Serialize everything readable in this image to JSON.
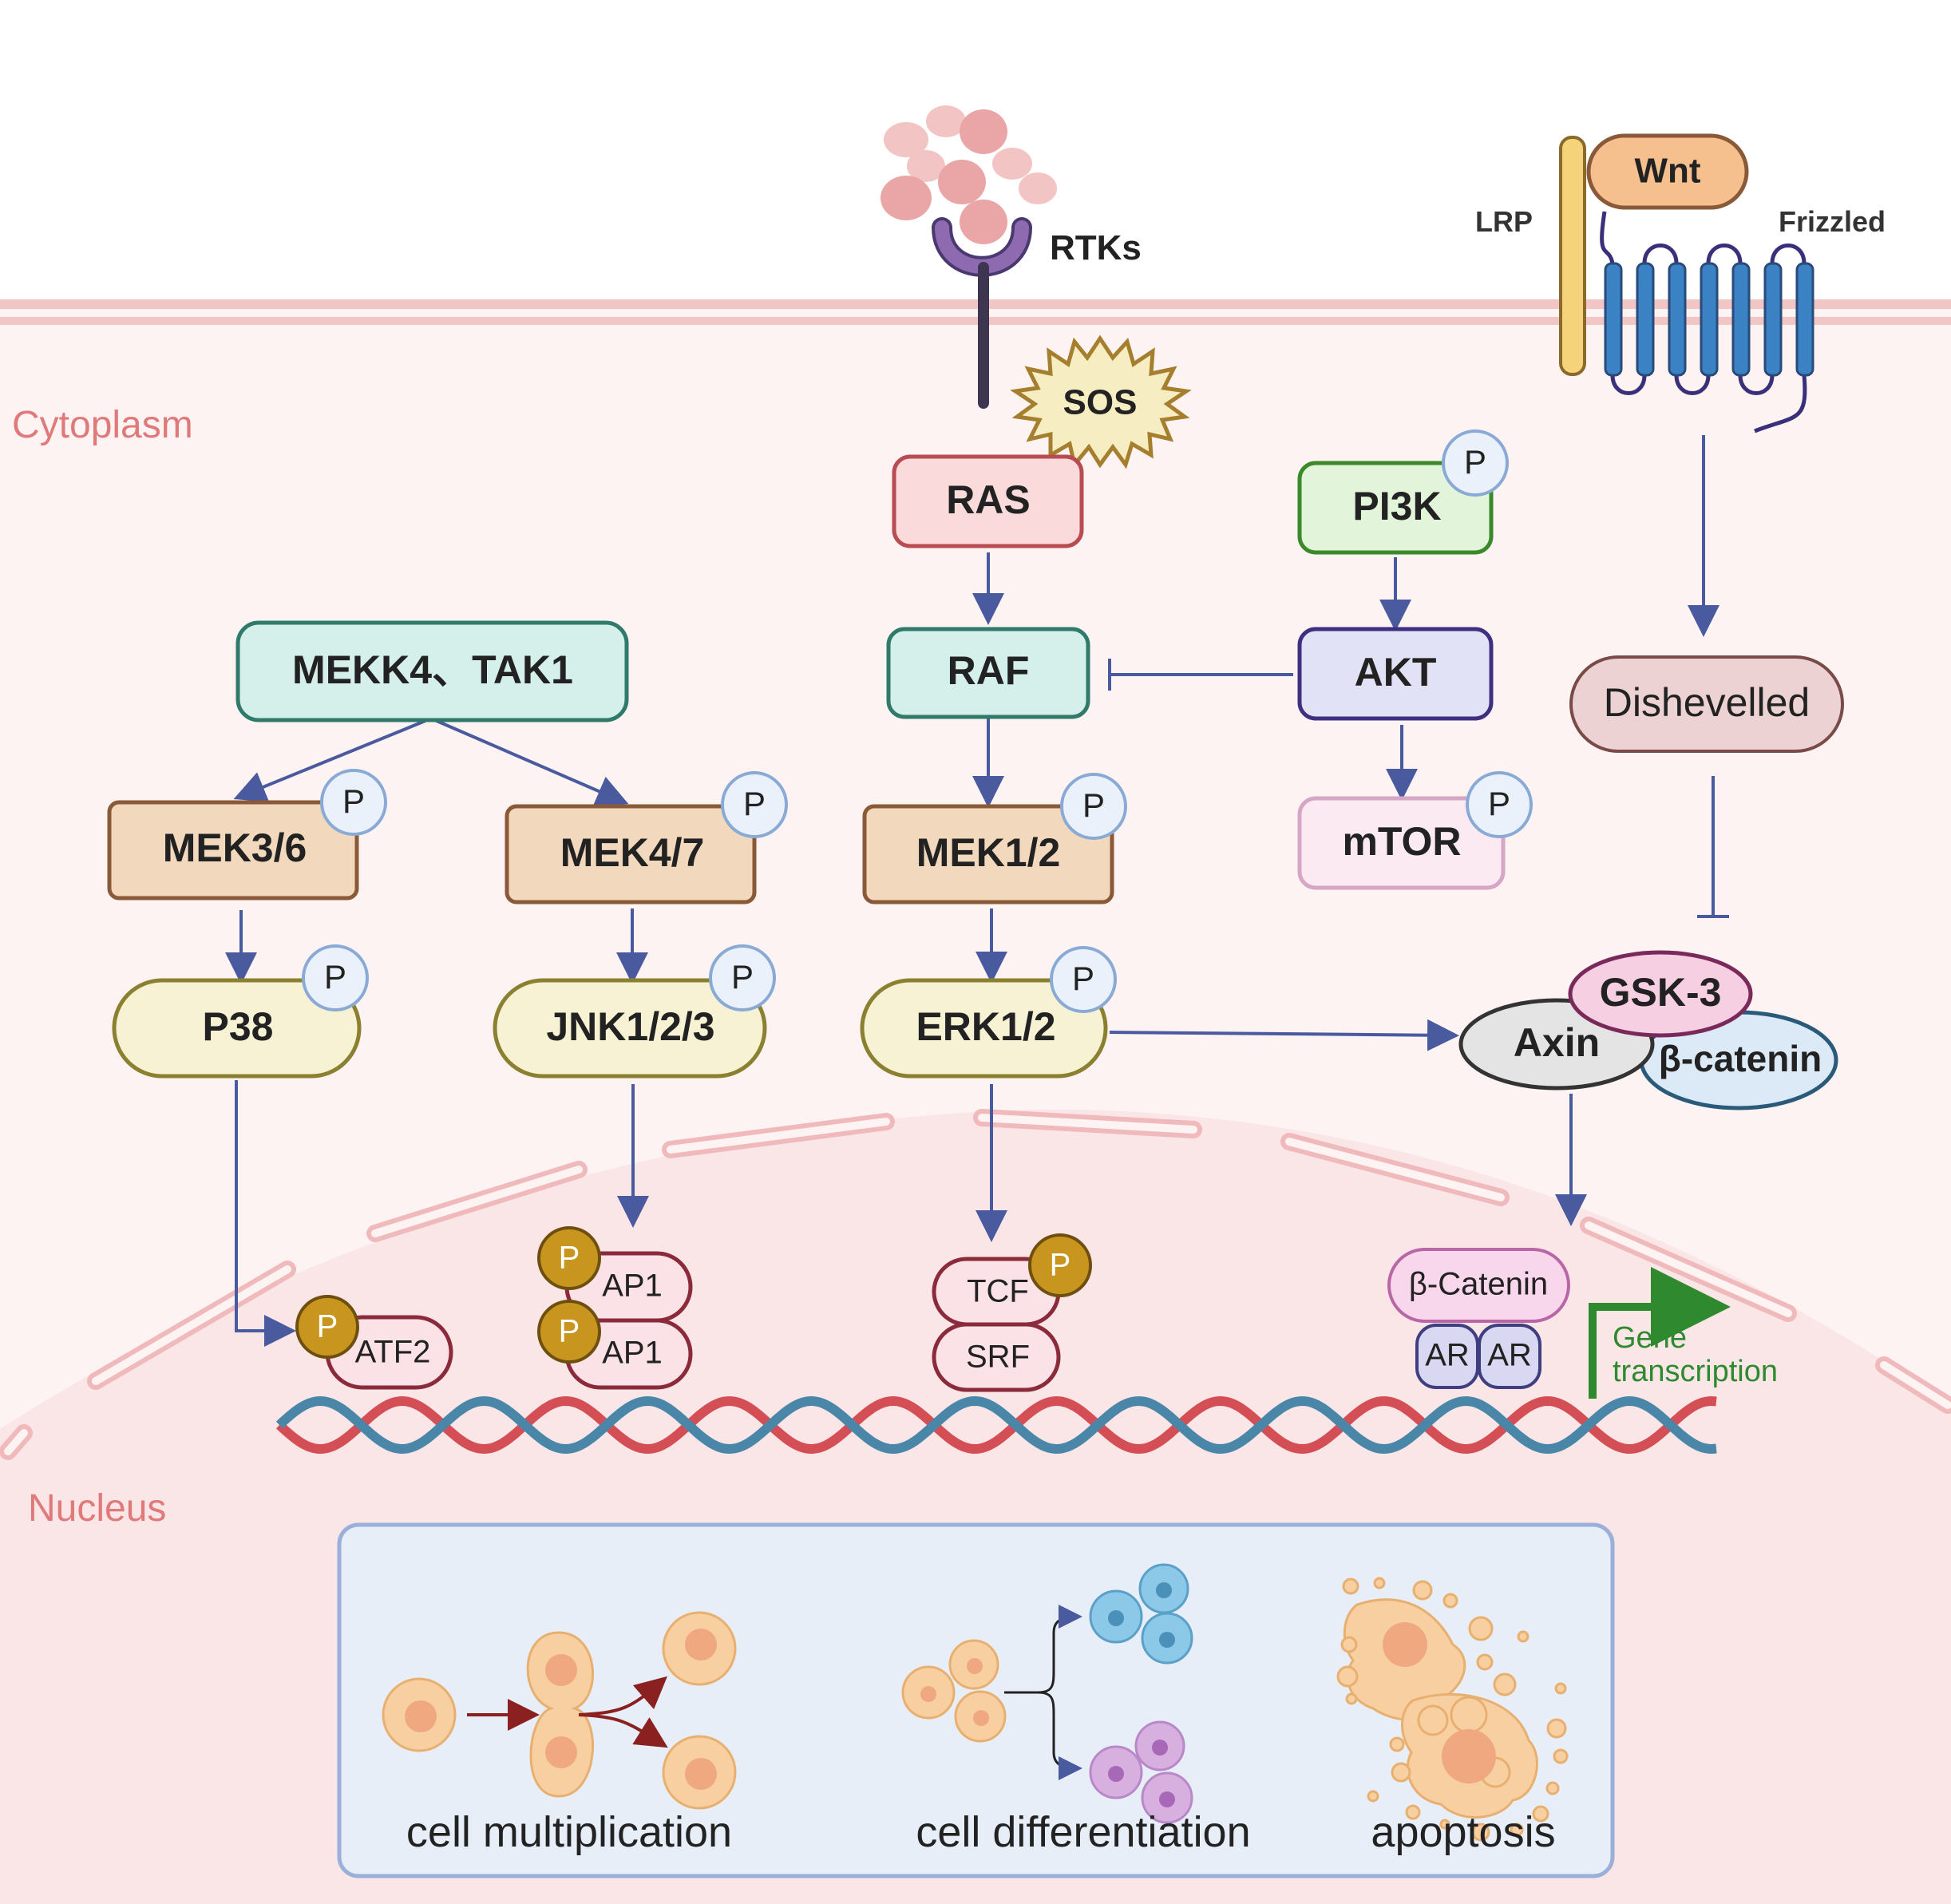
{
  "regions": {
    "cytoplasm": "Cytoplasm",
    "nucleus": "Nucleus"
  },
  "receptors": {
    "rtk": "RTKs",
    "sos": "SOS",
    "lrp": "LRP",
    "wnt": "Wnt",
    "frizzled": "Frizzled"
  },
  "phospho": "P",
  "nodes": {
    "ras": "RAS",
    "raf": "RAF",
    "mek12": "MEK1/2",
    "erk12": "ERK1/2",
    "pi3k": "PI3K",
    "akt": "AKT",
    "mtor": "mTOR",
    "mekk4_tak1": "MEKK4、TAK1",
    "mek36": "MEK3/6",
    "mek47": "MEK4/7",
    "p38": "P38",
    "jnk": "JNK1/2/3",
    "dishevelled": "Dishevelled",
    "gsk3": "GSK-3",
    "axin": "Axin",
    "bcatenin": "β-catenin"
  },
  "nuclear_factors": {
    "atf2": "ATF2",
    "ap1_top": "AP1",
    "ap1_bottom": "AP1",
    "tcf": "TCF",
    "srf": "SRF",
    "bcatenin_nuc": "β-Catenin",
    "ar_left": "AR",
    "ar_right": "AR"
  },
  "gene_transcription": {
    "line1": "Gene",
    "line2": "transcription"
  },
  "outcomes": {
    "multiplication": "cell multiplication",
    "differentiation": "cell differentiation",
    "apoptosis": "apoptosis"
  },
  "colors": {
    "arrow": "#4a5a9e",
    "membrane": "#f3c6c6",
    "cytoplasm_bg": "#fdf3f3",
    "nucleus_bg": "#fbe6e7",
    "region_label": "#e07a7a",
    "dna_red": "#d44f55",
    "dna_blue": "#4a86a8",
    "gene_green": "#2f8a2f",
    "phospho_gold": "#c8961e",
    "phospho_blue": "#8aaad6"
  }
}
